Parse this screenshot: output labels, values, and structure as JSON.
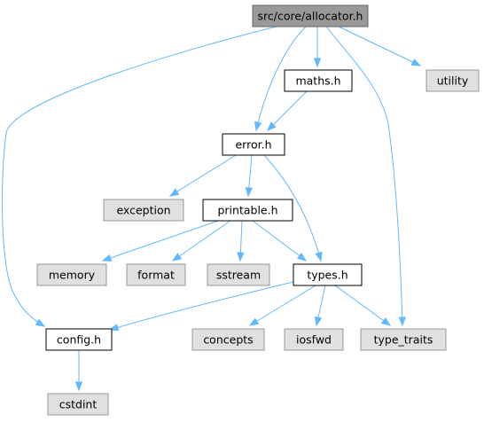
{
  "colors": {
    "edge": "#63b8ff",
    "root_fill": "#999999",
    "root_border": "#666666",
    "local_fill": "#ffffff",
    "local_border": "#000000",
    "external_fill": "#e0e0e0",
    "external_border": "#999999"
  },
  "graph": {
    "root": "src/core/allocator.h",
    "nodes": [
      {
        "id": "allocator",
        "label": "src/core/allocator.h",
        "kind": "root"
      },
      {
        "id": "maths",
        "label": "maths.h",
        "kind": "local"
      },
      {
        "id": "utility",
        "label": "utility",
        "kind": "external"
      },
      {
        "id": "error",
        "label": "error.h",
        "kind": "local"
      },
      {
        "id": "exception",
        "label": "exception",
        "kind": "external"
      },
      {
        "id": "printable",
        "label": "printable.h",
        "kind": "local"
      },
      {
        "id": "memory",
        "label": "memory",
        "kind": "external"
      },
      {
        "id": "format",
        "label": "format",
        "kind": "external"
      },
      {
        "id": "sstream",
        "label": "sstream",
        "kind": "external"
      },
      {
        "id": "types",
        "label": "types.h",
        "kind": "local"
      },
      {
        "id": "config",
        "label": "config.h",
        "kind": "local"
      },
      {
        "id": "concepts",
        "label": "concepts",
        "kind": "external"
      },
      {
        "id": "iosfwd",
        "label": "iosfwd",
        "kind": "external"
      },
      {
        "id": "type_traits",
        "label": "type_traits",
        "kind": "external"
      },
      {
        "id": "cstdint",
        "label": "cstdint",
        "kind": "external"
      }
    ],
    "edges": [
      {
        "from": "allocator",
        "to": "config"
      },
      {
        "from": "allocator",
        "to": "error"
      },
      {
        "from": "allocator",
        "to": "maths"
      },
      {
        "from": "allocator",
        "to": "type_traits"
      },
      {
        "from": "allocator",
        "to": "utility"
      },
      {
        "from": "maths",
        "to": "error"
      },
      {
        "from": "error",
        "to": "exception"
      },
      {
        "from": "error",
        "to": "printable"
      },
      {
        "from": "error",
        "to": "types"
      },
      {
        "from": "printable",
        "to": "memory"
      },
      {
        "from": "printable",
        "to": "format"
      },
      {
        "from": "printable",
        "to": "sstream"
      },
      {
        "from": "printable",
        "to": "types"
      },
      {
        "from": "types",
        "to": "config"
      },
      {
        "from": "types",
        "to": "concepts"
      },
      {
        "from": "types",
        "to": "iosfwd"
      },
      {
        "from": "types",
        "to": "type_traits"
      },
      {
        "from": "config",
        "to": "cstdint"
      }
    ]
  }
}
